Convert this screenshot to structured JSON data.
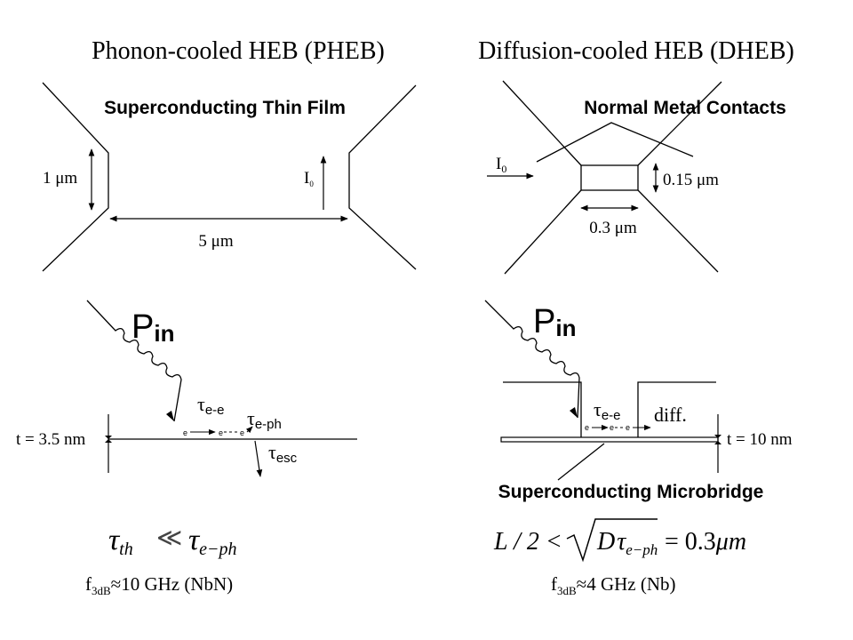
{
  "left_title": "Phonon-cooled HEB (PHEB)",
  "right_title": "Diffusion-cooled HEB (DHEB)",
  "pheb": {
    "film_label": "Superconducting Thin Film",
    "width_label": "1 μm",
    "current_label": "I",
    "current_sub": "0",
    "length_label": "5 μm",
    "power_label": "P",
    "power_sub": "in",
    "thickness_label": "t = 3.5 nm",
    "tau": "τ",
    "tau_ee_sub": "e-e",
    "tau_eph_sub": "e-ph",
    "tau_esc_sub": "esc",
    "electron_marks": [
      "e",
      "e",
      "e"
    ],
    "formula_tau": "τ",
    "formula_th_sub": "th",
    "formula_relation": "≪",
    "formula_eph_sub": "e−ph",
    "freq_f": "f",
    "freq_sub": "3dB",
    "freq_text": "≈10 GHz (NbN)"
  },
  "dheb": {
    "contacts_label": "Normal Metal Contacts",
    "current_label": "I",
    "current_sub": "0",
    "width_label": "0.15 μm",
    "length_label": "0.3 μm",
    "power_label": "P",
    "power_sub": "in",
    "tau": "τ",
    "tau_ee_sub": "e-e",
    "diff_label": "diff.",
    "thickness_label": "t = 10 nm",
    "bridge_label": "Superconducting Microbridge",
    "electron_marks": [
      "e",
      "e",
      "e"
    ],
    "formula_lhs": "L / 2 <",
    "formula_d": "D",
    "formula_tau": "τ",
    "formula_eph_sub": "e−ph",
    "formula_rhs": "= 0.3",
    "formula_mu": "μ",
    "formula_m": "m",
    "freq_f": "f",
    "freq_sub": "3dB",
    "freq_text": "≈4 GHz (Nb)"
  }
}
